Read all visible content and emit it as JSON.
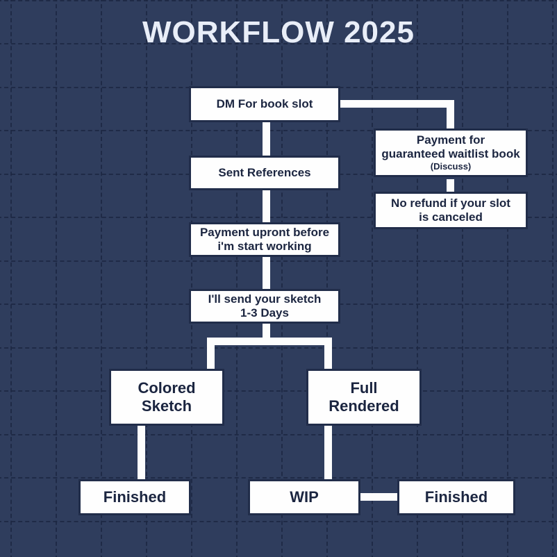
{
  "title": "WORKFLOW 2025",
  "theme": {
    "background": "#2f3d5d",
    "grid_line": "#1d2742",
    "box_fill": "#fefefe",
    "box_border": "#212d4a",
    "box_text": "#1b2540",
    "title_text": "#e9eef8",
    "connector": "#fdfdfd"
  },
  "nodes": {
    "dm_for_book_slot": {
      "line1": "DM For book slot"
    },
    "payment_waitlist": {
      "line1": "Payment for",
      "line2": "guaranteed waitlist book",
      "line3": "(Discuss)"
    },
    "no_refund": {
      "line1": "No refund if your slot",
      "line2": "is canceled"
    },
    "sent_references": {
      "line1": "Sent References"
    },
    "payment_upfront": {
      "line1": "Payment upront before",
      "line2": "i'm start working"
    },
    "send_sketch": {
      "line1": "I'll send your sketch",
      "line2": "1-3 Days"
    },
    "colored_sketch": {
      "line1": "Colored",
      "line2": "Sketch"
    },
    "full_rendered": {
      "line1": "Full",
      "line2": "Rendered"
    },
    "finished_left": {
      "line1": "Finished"
    },
    "wip": {
      "line1": "WIP"
    },
    "finished_right": {
      "line1": "Finished"
    }
  },
  "grid": {
    "vertical_x": [
      15,
      80,
      145,
      210,
      275,
      340,
      405,
      470,
      535,
      600,
      665,
      730,
      795
    ],
    "horizontal_y": [
      0,
      62,
      125,
      187,
      250,
      312,
      375,
      437,
      500,
      562,
      625,
      687,
      750
    ]
  }
}
